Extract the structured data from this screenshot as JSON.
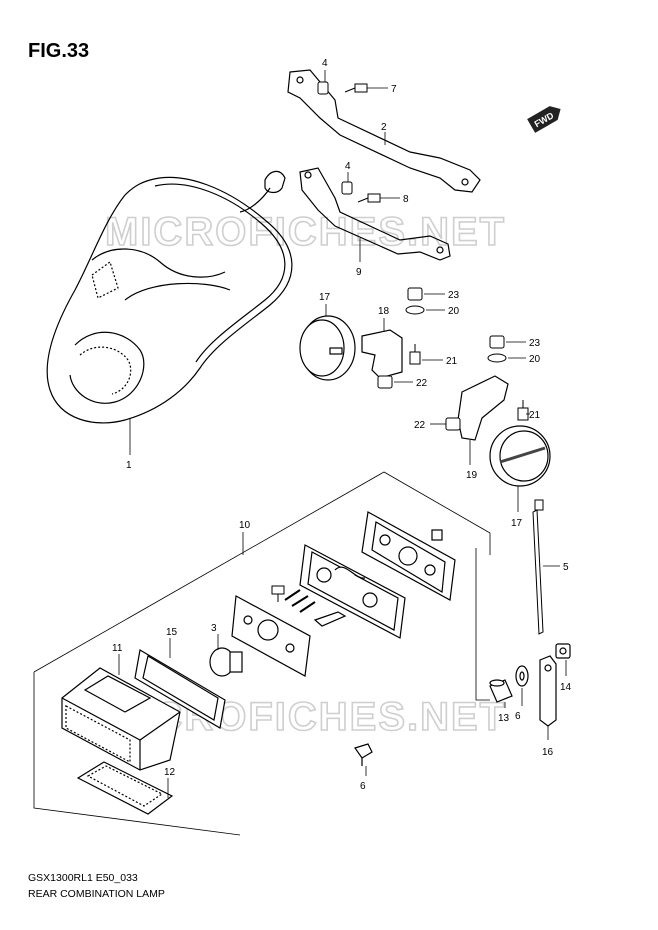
{
  "figure": {
    "title": "FIG.33",
    "model_code": "GSX1300RL1 E50_033",
    "caption": "REAR COMBINATION LAMP",
    "direction_badge": "FWD",
    "watermark": "MICROFICHES.NET"
  },
  "callouts": [
    "1",
    "2",
    "3",
    "4",
    "4",
    "5",
    "6",
    "6",
    "7",
    "8",
    "9",
    "10",
    "11",
    "12",
    "13",
    "14",
    "15",
    "16",
    "17",
    "17",
    "18",
    "19",
    "20",
    "20",
    "21",
    "21",
    "22",
    "22",
    "23",
    "23"
  ]
}
